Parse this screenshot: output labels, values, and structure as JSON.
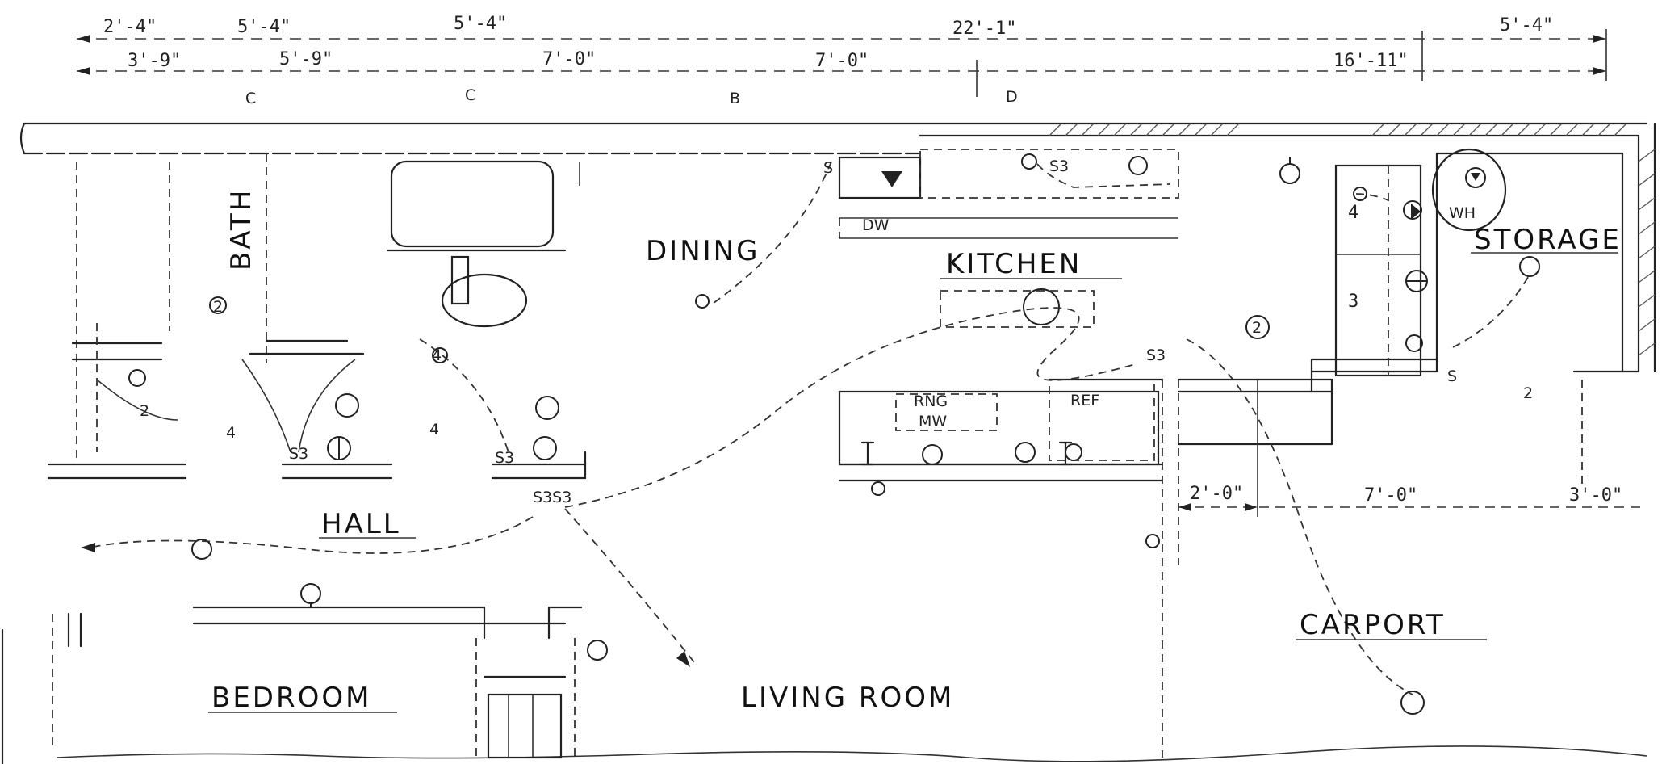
{
  "rooms": {
    "bath": "BATH",
    "dining": "DINING",
    "kitchen": "KITCHEN",
    "storage": "STORAGE",
    "hall": "HALL",
    "bedroom": "BEDROOM",
    "living_room": "LIVING ROOM",
    "carport": "CARPORT"
  },
  "dimensions": {
    "top_row": [
      "2'-4\"",
      "5'-4\"",
      "5'-4\"",
      "22'-1\"",
      "5'-4\""
    ],
    "second_row": [
      "3'-9\"",
      "5'-9\"",
      "7'-0\"",
      "7'-0\"",
      "16'-11\""
    ],
    "carport_row": [
      "2'-0\"",
      "7'-0\"",
      "3'-0\""
    ]
  },
  "grid_marks": [
    "C",
    "C",
    "B",
    "D"
  ],
  "fixture_labels": {
    "dishwasher": "DW",
    "range_microwave_top": "RNG",
    "range_microwave_bottom": "MW",
    "refrigerator": "REF",
    "water_heater": "WH",
    "switch": "S",
    "switch_dining": "S",
    "switch_kitchen": "S3",
    "switch_carport": "S3",
    "switch_storage": "S",
    "switch_bath": "S3",
    "switch_hall": "S3",
    "switch_hall_three": "S3S3",
    "panel_4": "4",
    "panel_3": "3"
  },
  "circuit_tags": [
    "2",
    "2",
    "2",
    "4",
    "4",
    "4",
    "2"
  ]
}
